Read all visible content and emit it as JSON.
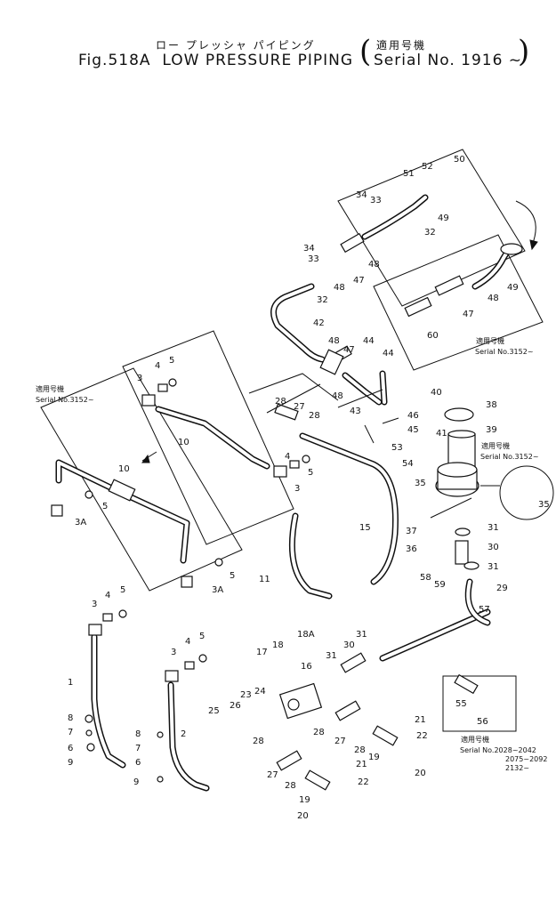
{
  "title": {
    "japanese": "ロー プレッシャ パイピング",
    "figure": "Fig.518A",
    "english": "LOW PRESSURE PIPING",
    "applicable_jp": "適用号機",
    "serial": "Serial No. 1916 ~"
  },
  "notes": {
    "n1_jp": "適用号機",
    "n1_serial": "Serial No.3152~",
    "n2_jp": "適用号機",
    "n2_serial": "Serial No.3152~",
    "n3_jp": "適用号機",
    "n3_serial": "Serial No.3152~",
    "n4_jp": "適用号機",
    "n4_serial": "Serial No.2028~2042",
    "n4_line2": "2075~2092",
    "n4_line3": "2132~"
  },
  "callouts": {
    "c1": "1",
    "c2": "2",
    "c3a": "3",
    "c3b": "3",
    "c3c": "3",
    "c3d": "3",
    "c3A1": "3A",
    "c3A2": "3A",
    "c4a": "4",
    "c4b": "4",
    "c4c": "4",
    "c4d": "4",
    "c5a": "5",
    "c5b": "5",
    "c5c": "5",
    "c5d": "5",
    "c5e": "5",
    "c5f": "5",
    "c6a": "6",
    "c6b": "6",
    "c7a": "7",
    "c7b": "7",
    "c8a": "8",
    "c8b": "8",
    "c9a": "9",
    "c9b": "9",
    "c10a": "10",
    "c10b": "10",
    "c11": "11",
    "c15": "15",
    "c16": "16",
    "c17": "17",
    "c18": "18",
    "c18A": "18A",
    "c19a": "19",
    "c19b": "19",
    "c20a": "20",
    "c20b": "20",
    "c21a": "21",
    "c21b": "21",
    "c22a": "22",
    "c22b": "22",
    "c23": "23",
    "c24": "24",
    "c25": "25",
    "c26": "26",
    "c27a": "27",
    "c27b": "27",
    "c27c": "27",
    "c28a": "28",
    "c28b": "28",
    "c28c": "28",
    "c28d": "28",
    "c28e": "28",
    "c28f": "28",
    "c29": "29",
    "c30a": "30",
    "c30b": "30",
    "c31a": "31",
    "c31b": "31",
    "c31c": "31",
    "c31d": "31",
    "c32a": "32",
    "c32b": "32",
    "c33a": "33",
    "c33b": "33",
    "c34a": "34",
    "c34b": "34",
    "c35a": "35",
    "c35b": "35",
    "c36": "36",
    "c37": "37",
    "c38": "38",
    "c39": "39",
    "c40": "40",
    "c41": "41",
    "c42": "42",
    "c43": "43",
    "c44a": "44",
    "c44b": "44",
    "c45": "45",
    "c46": "46",
    "c47a": "47",
    "c47b": "47",
    "c47c": "47",
    "c48a": "48",
    "c48b": "48",
    "c48c": "48",
    "c48d": "48",
    "c48e": "48",
    "c49a": "49",
    "c49b": "49",
    "c50": "50",
    "c51": "51",
    "c52": "52",
    "c53": "53",
    "c54": "54",
    "c55": "55",
    "c56": "56",
    "c57": "57",
    "c58": "58",
    "c59": "59",
    "c60": "60"
  }
}
